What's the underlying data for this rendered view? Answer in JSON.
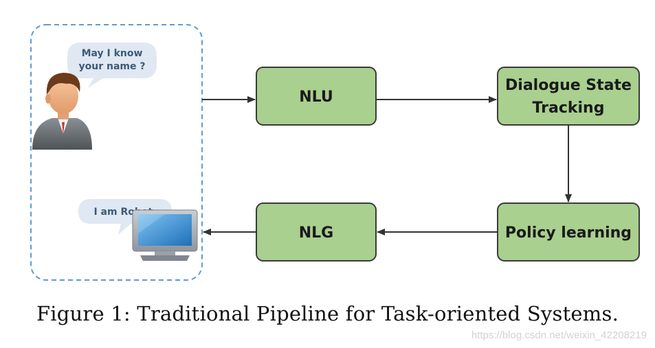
{
  "user_bubble": {
    "line1": "May I know",
    "line2": "your name ?"
  },
  "robot_bubble": {
    "text": "I am Robot."
  },
  "boxes": {
    "nlu": "NLU",
    "dst_line1": "Dialogue State",
    "dst_line2": "Tracking",
    "nlg": "NLG",
    "policy": "Policy learning"
  },
  "caption": "Figure 1: Traditional Pipeline for Task-oriented Systems.",
  "watermark": "https://blog.csdn.net/weixin_42208219",
  "colors": {
    "box_fill": "#a9d08e",
    "box_stroke": "#3a3a3a",
    "dashed_border": "#5b9bd5",
    "bubble_fill": "#dfe8f3",
    "arrow": "#333333"
  },
  "icons": {
    "user": "person-avatar-icon",
    "robot": "computer-monitor-icon"
  }
}
